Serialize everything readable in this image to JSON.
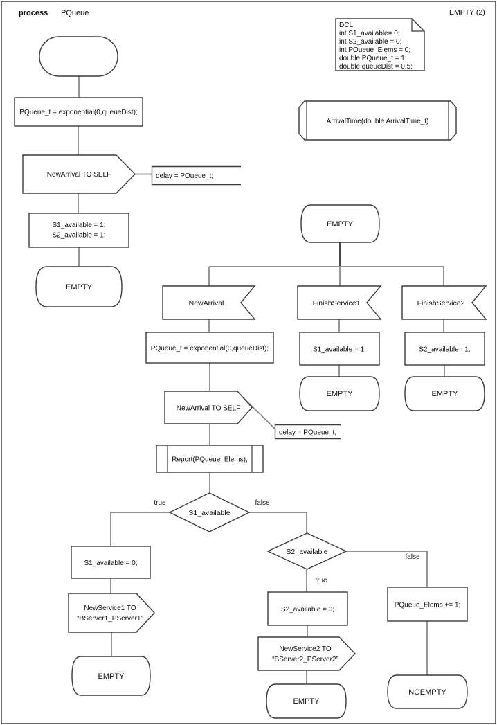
{
  "header": {
    "kind": "process",
    "name": "PQueue",
    "page": "EMPTY (2)"
  },
  "declarations": {
    "lines": [
      "DCL",
      "int S1_available= 0;",
      "int S2_available = 0;",
      "int PQueue_Elems = 0;",
      "double PQueue_t = 1;",
      "double queueDist = 0.5;"
    ]
  },
  "procedure_declaration": {
    "label": "ArrivalTime(double ArrivalTime_t)"
  },
  "start_transition": {
    "task_schedule": "PQueue_t = exponential(0,queueDist);",
    "output_signal": "NewArrival TO SELF",
    "comment": "delay = PQueue_t;",
    "task_init_line1": "S1_available = 1;",
    "task_init_line2": "S2_available = 1;",
    "next_state": "EMPTY"
  },
  "state_empty": {
    "name": "EMPTY",
    "newarrival": {
      "input": "NewArrival",
      "task_schedule": "PQueue_t = exponential(0,queueDist);",
      "output_signal": "NewArrival TO SELF",
      "comment": "delay = PQueue_t;",
      "procedure_call": "Report(PQueue_Elems);",
      "decision_s1": "S1_available",
      "s1_true_label": "true",
      "s1_false_label": "false",
      "s1_true": {
        "task": "S1_available = 0;",
        "output_line1": "NewService1 TO",
        "output_line2": "“BServer1_PServer1”",
        "next_state": "EMPTY"
      },
      "decision_s2": "S2_available",
      "s2_true_label": "true",
      "s2_false_label": "false",
      "s2_true": {
        "task": "S2_available = 0;",
        "output_line1": "NewService2 TO",
        "output_line2": "“BServer2_PServer2”",
        "next_state": "EMPTY"
      },
      "s2_false": {
        "task": "PQueue_Elems += 1;",
        "next_state": "NOEMPTY"
      }
    },
    "finishservice1": {
      "input": "FinishService1",
      "task": "S1_available = 1;",
      "next_state": "EMPTY"
    },
    "finishservice2": {
      "input": "FinishService2",
      "task": "S2_available= 1;",
      "next_state": "EMPTY"
    }
  }
}
